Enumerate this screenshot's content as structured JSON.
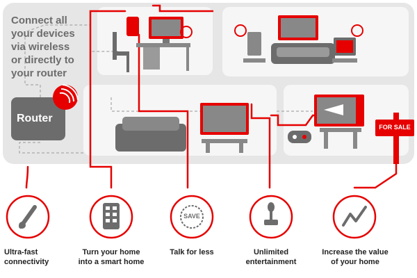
{
  "headline": [
    "Connect all",
    "your devices",
    "via wireless",
    "or directly to",
    "your router"
  ],
  "router_label": "Router",
  "sign_label": "FOR SALE",
  "icons": {
    "speed": "speedometer-icon",
    "smart_home": "keypad-icon",
    "talk": "save-badge-icon",
    "entertainment": "joystick-icon",
    "value": "trend-up-icon"
  },
  "save_badge_text": "SAVE",
  "benefits": [
    {
      "lines": [
        "Ultra-fast",
        "connectivity"
      ]
    },
    {
      "lines": [
        "Turn your home",
        "into a smart home"
      ]
    },
    {
      "lines": [
        "Talk for less"
      ]
    },
    {
      "lines": [
        "Unlimited",
        "entertainment"
      ]
    },
    {
      "lines": [
        "Increase the value",
        "of your home"
      ]
    }
  ],
  "colors": {
    "accent": "#e60000",
    "panel": "#e6e6e6",
    "room": "#f6f6f6",
    "furniture": "#666666",
    "text": "#6c6c6c"
  }
}
